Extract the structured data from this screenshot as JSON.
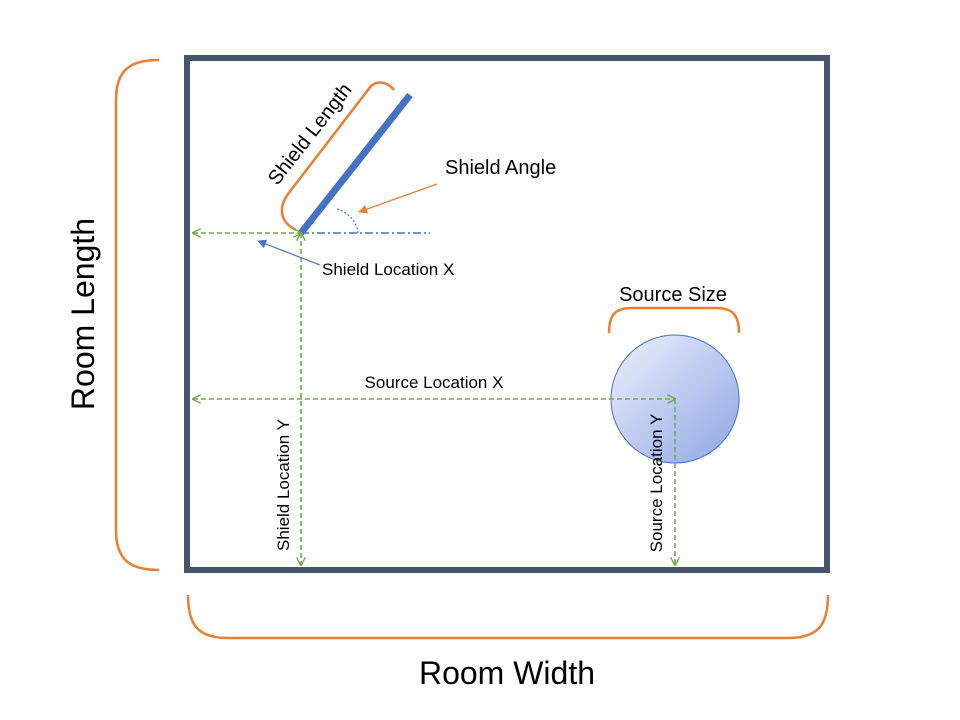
{
  "labels": {
    "room_length": "Room Length",
    "room_width": "Room Width",
    "shield_length": "Shield Length",
    "shield_angle": "Shield Angle",
    "shield_location_x": "Shield Location X",
    "shield_location_y": "Shield Location Y",
    "source_size": "Source Size",
    "source_location_x": "Source Location X",
    "source_location_y": "Source Location Y"
  },
  "colors": {
    "room_border": "#44546a",
    "bracket": "#ed7d31",
    "shield": "#4472c4",
    "dimension_arrow": "#70ad47",
    "pointer_arrow": "#4472c4",
    "source_fill_light": "#e8ecfa",
    "source_fill_dark": "#8faadc",
    "source_stroke": "#4472c4"
  }
}
